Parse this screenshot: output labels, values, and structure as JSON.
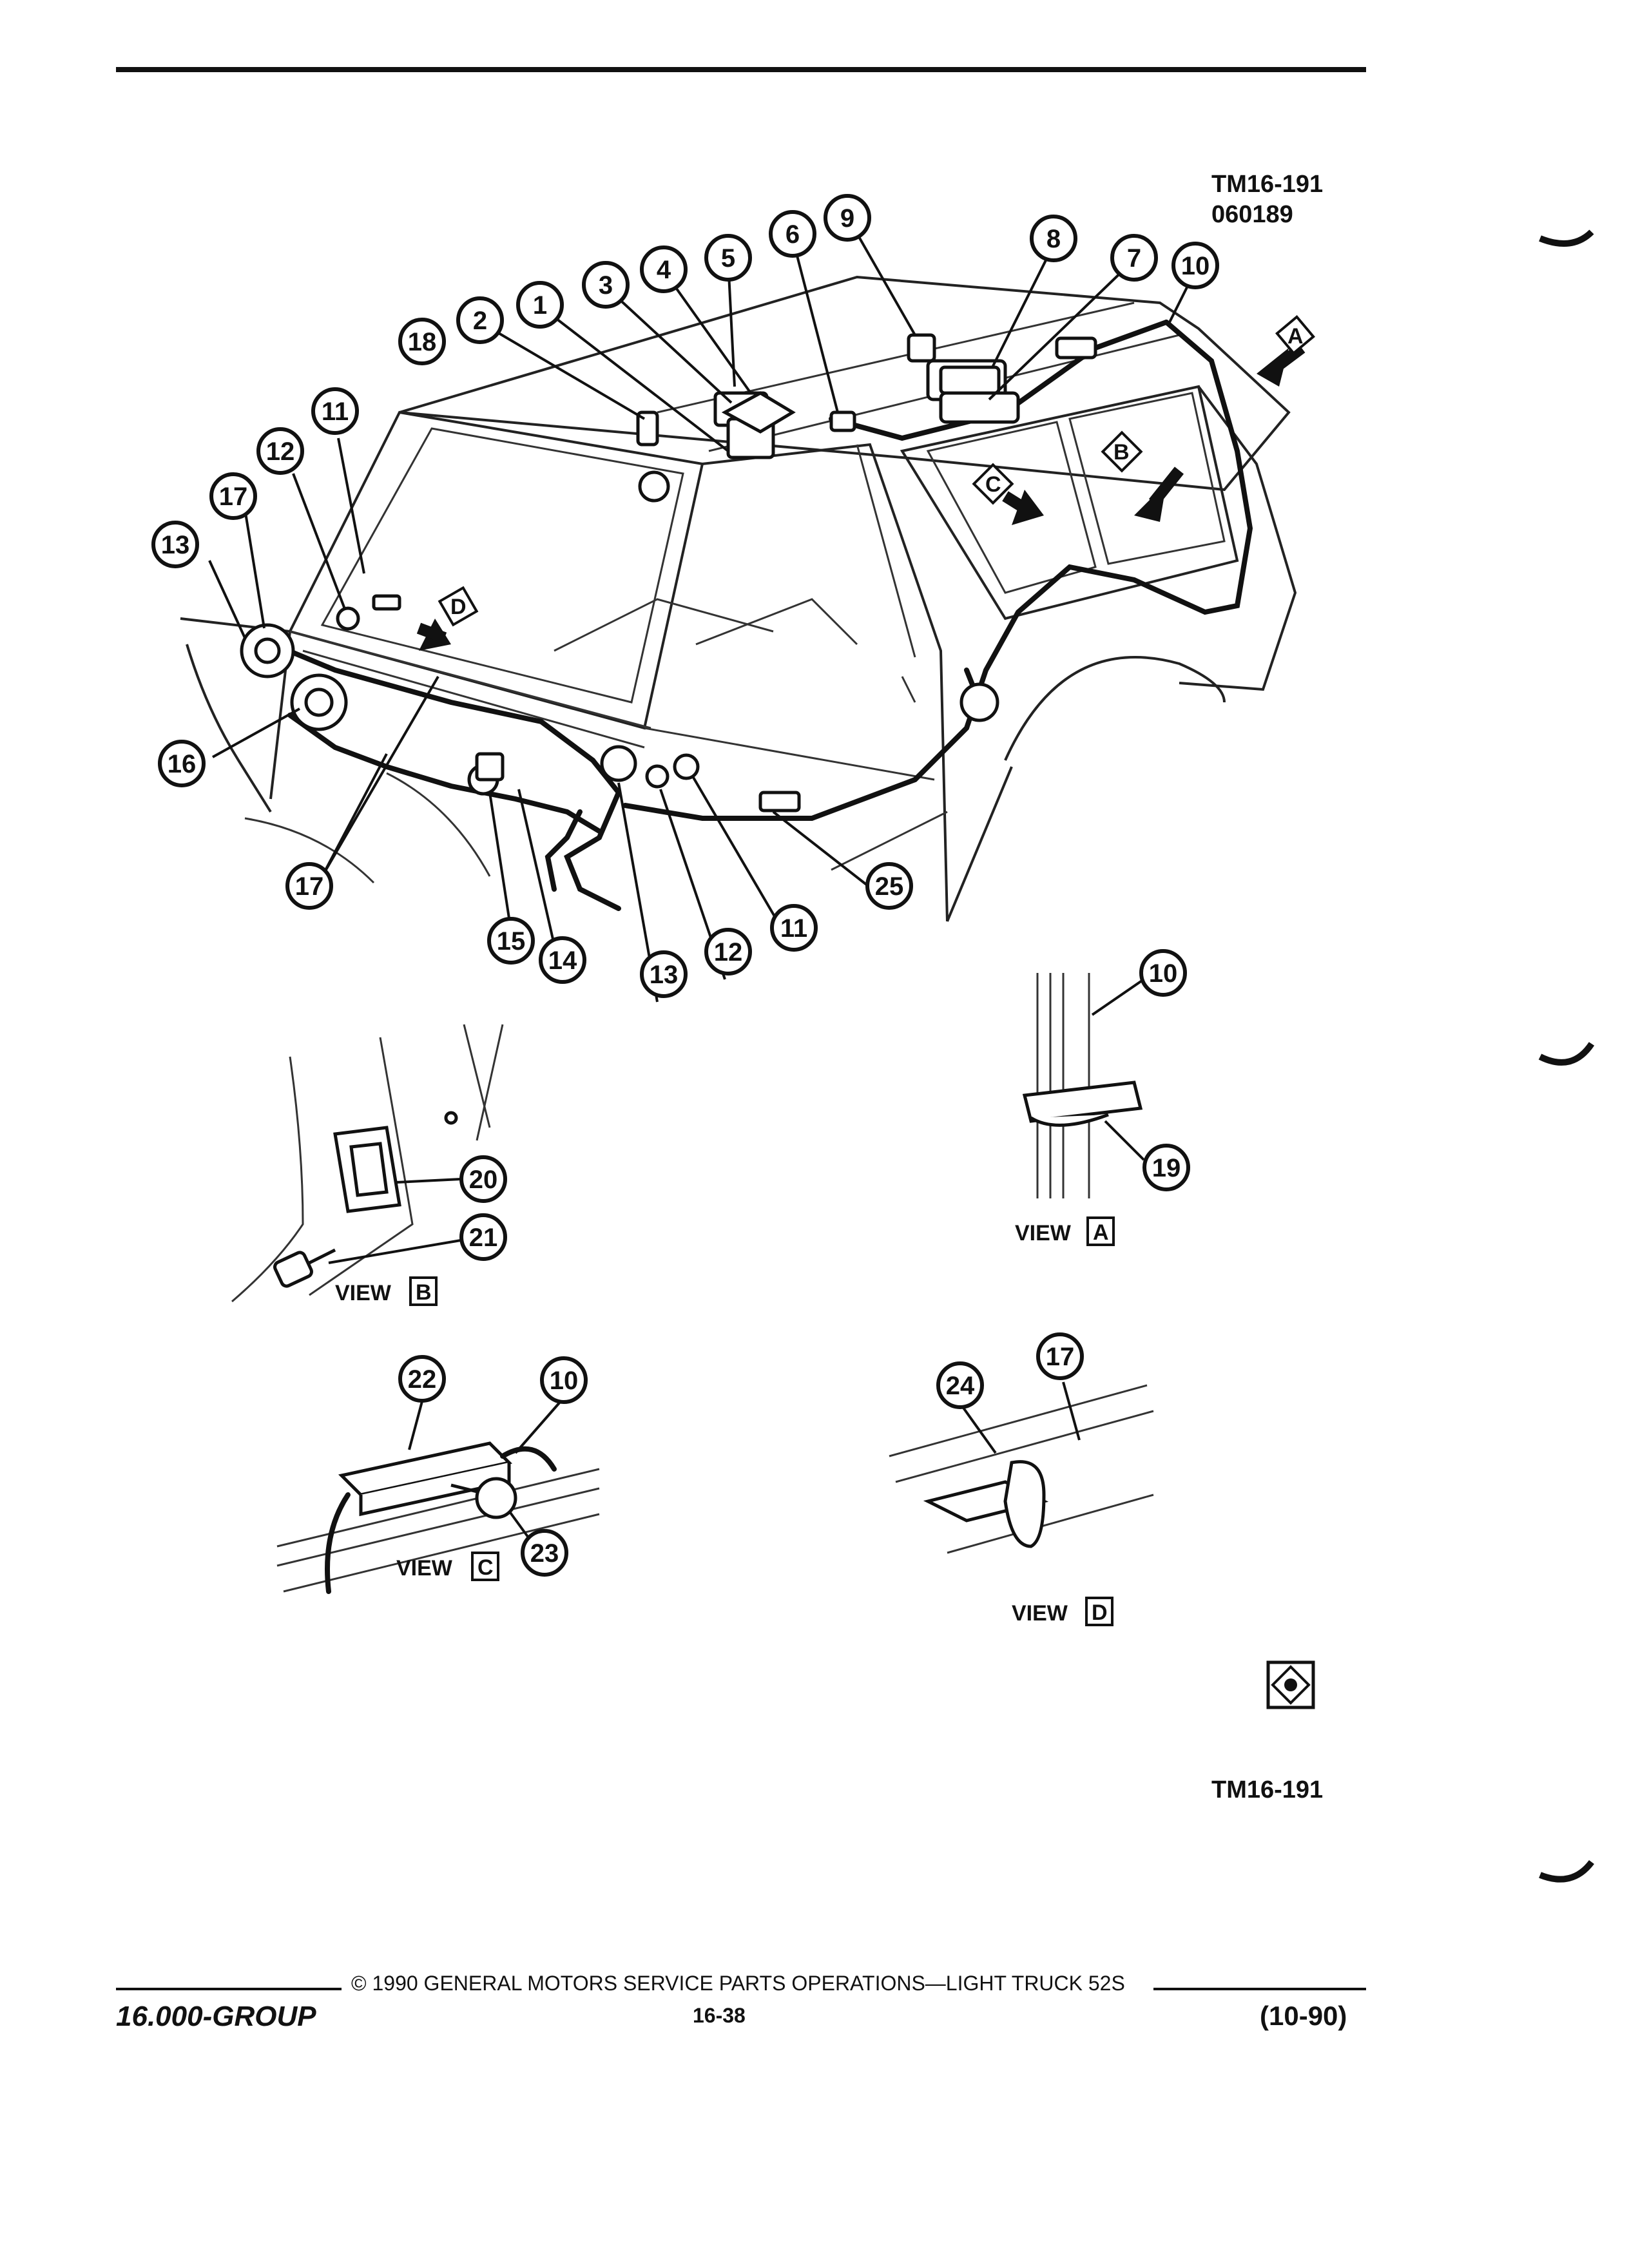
{
  "header": {
    "figure_id": "TM16-191",
    "figure_date": "060189"
  },
  "callouts": [
    {
      "id": "c1",
      "label": "1"
    },
    {
      "id": "c2",
      "label": "2"
    },
    {
      "id": "c3",
      "label": "3"
    },
    {
      "id": "c4",
      "label": "4"
    },
    {
      "id": "c5",
      "label": "5"
    },
    {
      "id": "c6",
      "label": "6"
    },
    {
      "id": "c7",
      "label": "7"
    },
    {
      "id": "c8",
      "label": "8"
    },
    {
      "id": "c9",
      "label": "9"
    },
    {
      "id": "c10",
      "label": "10"
    },
    {
      "id": "c11",
      "label": "11"
    },
    {
      "id": "c12",
      "label": "12"
    },
    {
      "id": "c13",
      "label": "13"
    },
    {
      "id": "c14",
      "label": "14"
    },
    {
      "id": "c15",
      "label": "15"
    },
    {
      "id": "c16",
      "label": "16"
    },
    {
      "id": "c17",
      "label": "17"
    },
    {
      "id": "c18",
      "label": "18"
    },
    {
      "id": "c19",
      "label": "19"
    },
    {
      "id": "c20",
      "label": "20"
    },
    {
      "id": "c21",
      "label": "21"
    },
    {
      "id": "c22",
      "label": "22"
    },
    {
      "id": "c23",
      "label": "23"
    },
    {
      "id": "c24",
      "label": "24"
    },
    {
      "id": "c25",
      "label": "25"
    }
  ],
  "view_word": "VIEW",
  "view_letters": [
    "A",
    "B",
    "C",
    "D"
  ],
  "bottom_ref": "TM16-191",
  "footer": {
    "copyright": "© 1990 GENERAL MOTORS SERVICE PARTS OPERATIONS—LIGHT TRUCK 52S",
    "group": "16.000-GROUP",
    "page": "16-38",
    "date": "(10-90)"
  }
}
